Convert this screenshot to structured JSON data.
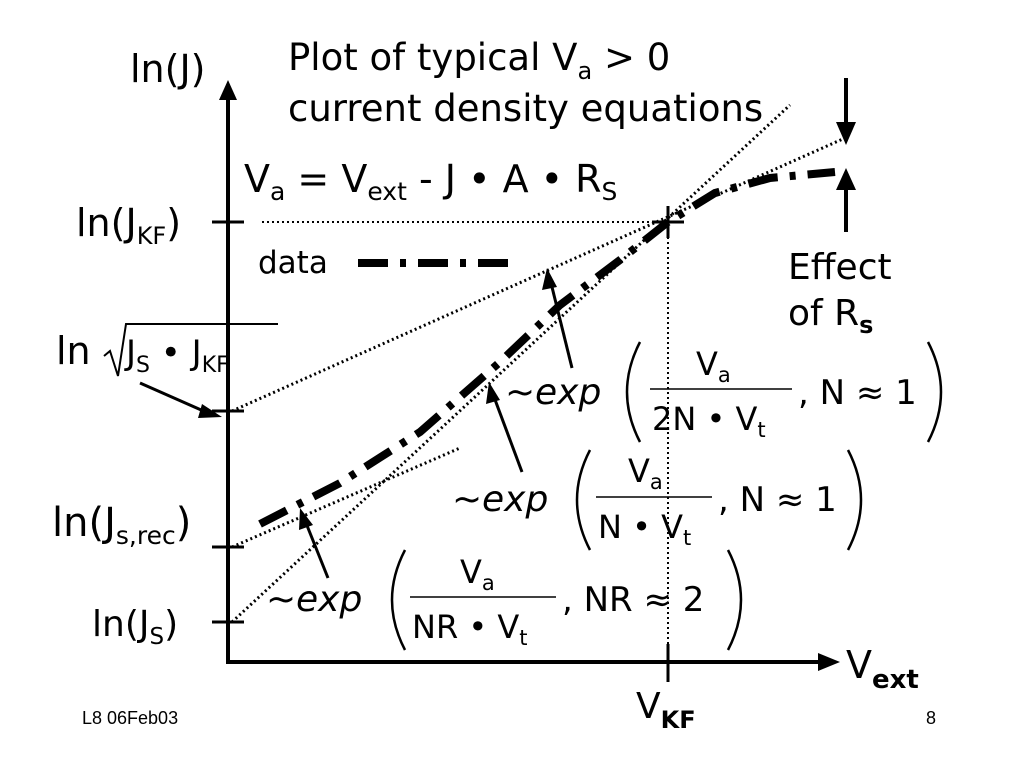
{
  "title": {
    "line1_pre": "Plot of typical V",
    "line1_sub": "a",
    "line1_post": " > 0",
    "line2": "current density equations"
  },
  "equation": {
    "lhs": "V",
    "lhs_sub": "a",
    "eq": "=",
    "rhs1": "V",
    "rhs1_sub": "ext",
    "rhs2": "- J • A • R",
    "rhs2_sub": "S"
  },
  "y_axis": {
    "label": "ln(J)",
    "ticks": [
      {
        "id": "jkf",
        "pre": "ln(J",
        "sub": "KF",
        "post": ")"
      },
      {
        "id": "sqrt",
        "pre": "ln",
        "rad_main": "J",
        "rad_sub1": "S",
        "rad_mid": " • J",
        "rad_sub2": "KF"
      },
      {
        "id": "jsrec",
        "pre": "ln(J",
        "sub": "s,rec",
        "post": ")"
      },
      {
        "id": "js",
        "pre": "ln(J",
        "sub": "S",
        "post": ")"
      }
    ]
  },
  "x_axis": {
    "label": "V",
    "label_sub": "ext",
    "tick_label": "V",
    "tick_sub": "KF"
  },
  "legend": {
    "data_label": "data"
  },
  "annotations": {
    "effect_line1": "Effect",
    "effect_line2": "of R",
    "effect_sub": "s",
    "formulas": [
      {
        "id": "f1",
        "tilde": "~ ",
        "fn": "exp",
        "num": "V",
        "num_sub": "a",
        "den": "2N • V",
        "den_sub": "t",
        "cond": ", N ≈ 1"
      },
      {
        "id": "f2",
        "tilde": "~ ",
        "fn": "exp",
        "num": "V",
        "num_sub": "a",
        "den": "N • V",
        "den_sub": "t",
        "cond": ", N ≈ 1"
      },
      {
        "id": "f3",
        "tilde": "~ ",
        "fn": "exp",
        "num": "V",
        "num_sub": "a",
        "den": "NR • V",
        "den_sub": "t",
        "cond": ", NR ≈ 2"
      }
    ]
  },
  "footer": {
    "left": "L8 06Feb03",
    "right": "8"
  }
}
